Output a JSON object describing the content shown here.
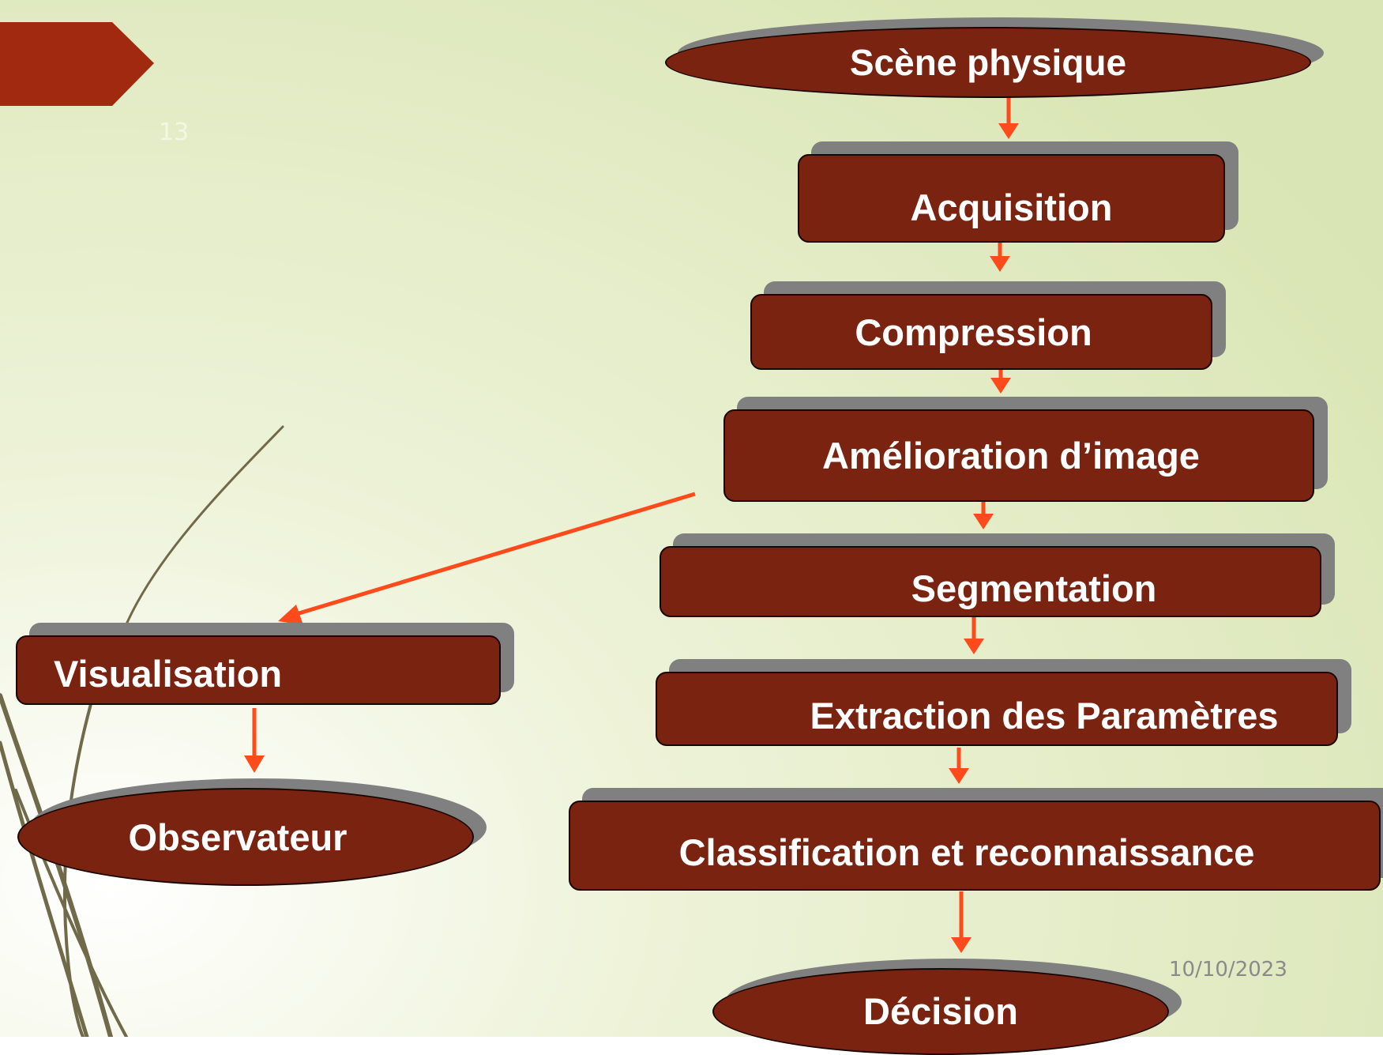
{
  "slide": {
    "number": "13",
    "date": "10/10/2023"
  },
  "nodes": {
    "scene": "Scène physique",
    "acquisition": "Acquisition",
    "compression": "Compression",
    "amelioration": "Amélioration  d’image",
    "segmentation": "Segmentation",
    "extraction": "Extraction des Paramètres",
    "classification": "Classification et reconnaissance",
    "decision": "Décision",
    "visualisation": "Visualisation",
    "observateur": "Observateur"
  },
  "colors": {
    "node_fill": "#7a2310",
    "arrow": "#ff4a1c",
    "shadow": "#808080",
    "tab": "#a0290f"
  }
}
